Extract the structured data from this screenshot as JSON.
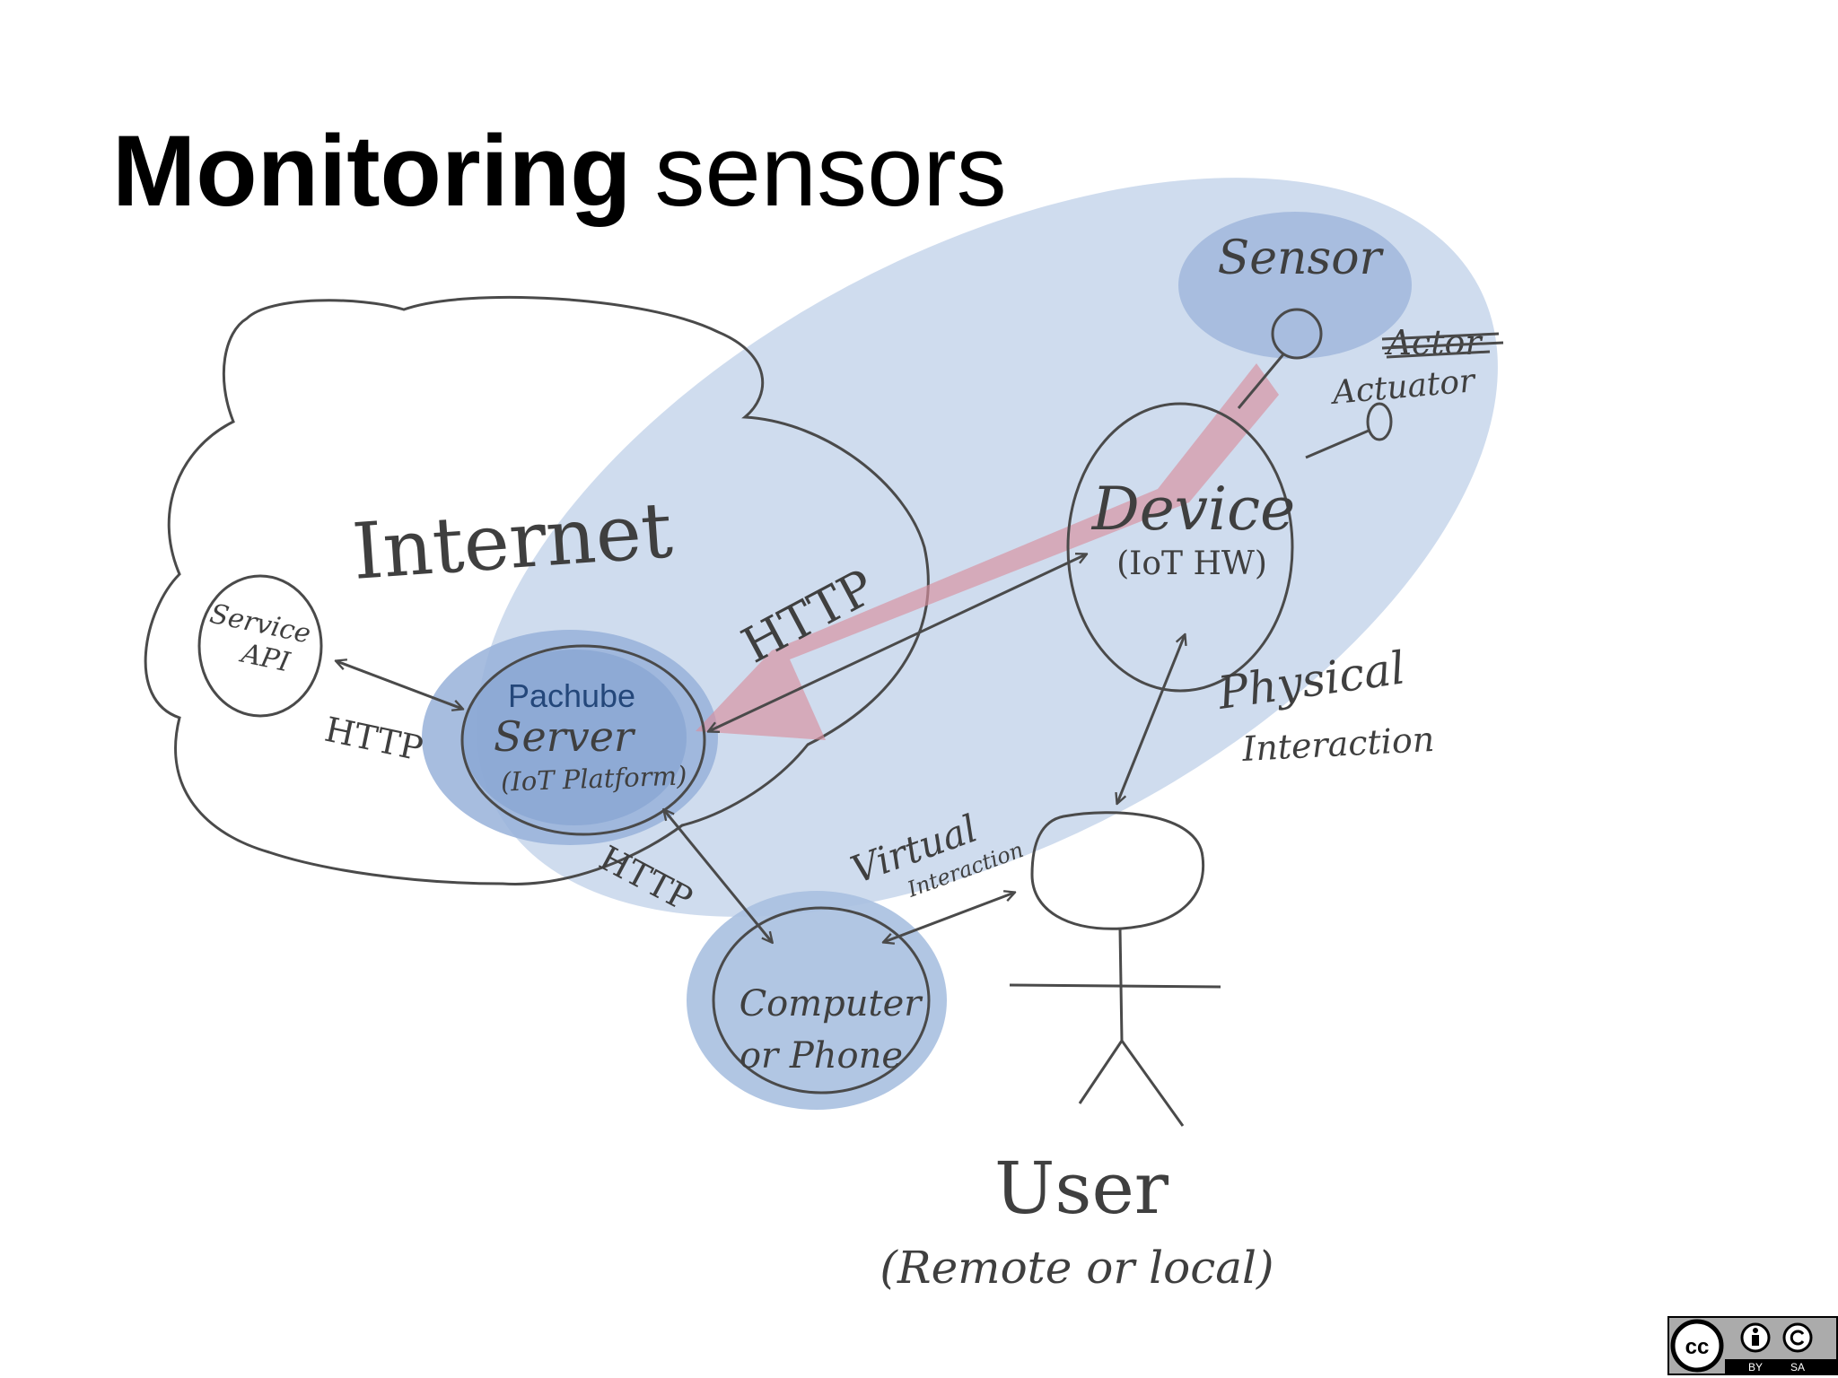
{
  "title": {
    "bold": "Monitoring",
    "rest": "sensors"
  },
  "diagram": {
    "internet_label": "Internet",
    "service_api": {
      "line1": "Service",
      "line2": "API"
    },
    "server": {
      "name": "Pachube",
      "line1": "Server",
      "line2": "(IoT Platform)"
    },
    "device": {
      "line1": "Device",
      "line2": "(IoT HW)"
    },
    "sensor_label": "Sensor",
    "actor_struck": "Actor",
    "actuator_label": "Actuator",
    "computer": {
      "line1": "Computer",
      "line2": "or Phone"
    },
    "user": {
      "line1": "User",
      "line2": "(Remote or local)"
    },
    "links": {
      "http_api": "HTTP",
      "http_device": "HTTP",
      "http_computer": "HTTP",
      "physical_1": "Physical",
      "physical_2": "Interaction",
      "virtual_1": "Virtual",
      "virtual_2": "Interaction"
    }
  },
  "license": {
    "cc": "cc",
    "by": "BY",
    "sa": "SA"
  },
  "colors": {
    "highlight": "#a9c0e0",
    "highlight_strong": "#8aa6d3",
    "flow_arrow": "#d89aa6",
    "ink": "#3f3f3f",
    "pachube_text": "#24477a"
  }
}
